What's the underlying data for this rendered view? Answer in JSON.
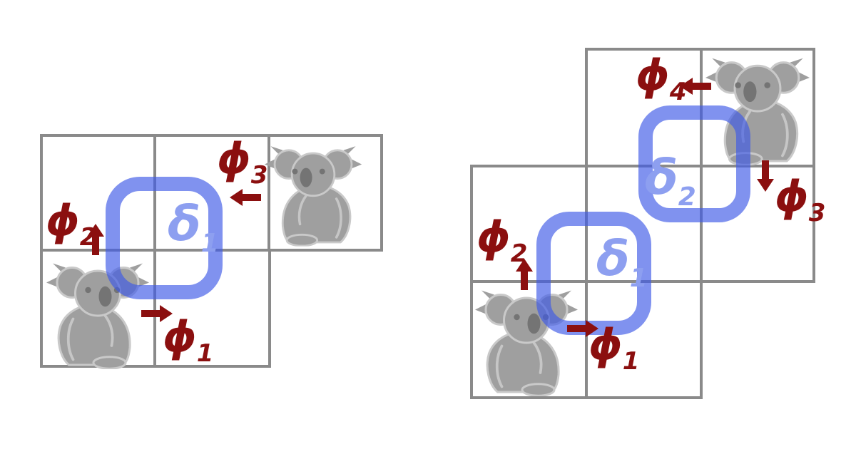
{
  "diagram": {
    "left_figure": {
      "loop_labels": [
        {
          "base": "δ",
          "sub": "1"
        }
      ],
      "edge_labels": [
        {
          "base": "ϕ",
          "sub": "1",
          "arrow": "right"
        },
        {
          "base": "ϕ",
          "sub": "2",
          "arrow": "up"
        },
        {
          "base": "ϕ",
          "sub": "3",
          "arrow": "left"
        }
      ],
      "koala_count": 2
    },
    "right_figure": {
      "loop_labels": [
        {
          "base": "δ",
          "sub": "1"
        },
        {
          "base": "δ",
          "sub": "2"
        }
      ],
      "edge_labels": [
        {
          "base": "ϕ",
          "sub": "1",
          "arrow": "right"
        },
        {
          "base": "ϕ",
          "sub": "2",
          "arrow": "up"
        },
        {
          "base": "ϕ",
          "sub": "3",
          "arrow": "down"
        },
        {
          "base": "ϕ",
          "sub": "4",
          "arrow": "left"
        }
      ],
      "koala_count": 2
    }
  },
  "colors": {
    "background": "#ffffff",
    "grid_line": "#8a8a8a",
    "loop_stroke": "rgba(62,90,230,0.66)",
    "loop_label": "#8d9ff0",
    "arrow_red": "#8b0f0f",
    "koala_body": "#9f9f9f",
    "koala_outline": "#c9c9c9",
    "koala_features": "#747474"
  }
}
